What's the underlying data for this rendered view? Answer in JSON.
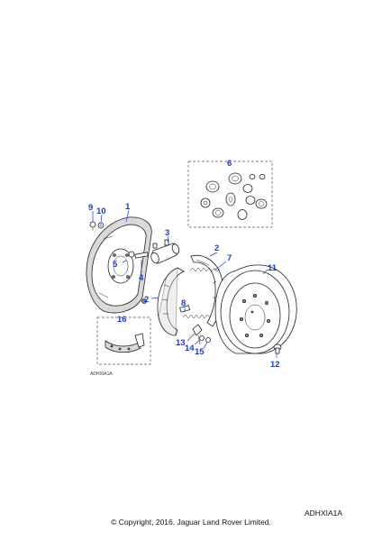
{
  "diagram": {
    "inner_code": "ADHXIA1A",
    "code": "ADHXIA1A",
    "copyright": "© Copyright, 2016. Jaguar Land Rover Limited."
  },
  "callouts": [
    {
      "id": "c1",
      "label": "1"
    },
    {
      "id": "c2a",
      "label": "2"
    },
    {
      "id": "c2b",
      "label": "2"
    },
    {
      "id": "c3",
      "label": "3"
    },
    {
      "id": "c4",
      "label": "4"
    },
    {
      "id": "c5",
      "label": "5"
    },
    {
      "id": "c6",
      "label": "6"
    },
    {
      "id": "c7",
      "label": "7"
    },
    {
      "id": "c8",
      "label": "8"
    },
    {
      "id": "c9",
      "label": "9"
    },
    {
      "id": "c10",
      "label": "10"
    },
    {
      "id": "c11",
      "label": "11"
    },
    {
      "id": "c12",
      "label": "12"
    },
    {
      "id": "c13",
      "label": "13"
    },
    {
      "id": "c14",
      "label": "14"
    },
    {
      "id": "c15",
      "label": "15"
    },
    {
      "id": "c16",
      "label": "16"
    }
  ],
  "colors": {
    "callout": "#1a3ccc",
    "line": "#222222"
  }
}
